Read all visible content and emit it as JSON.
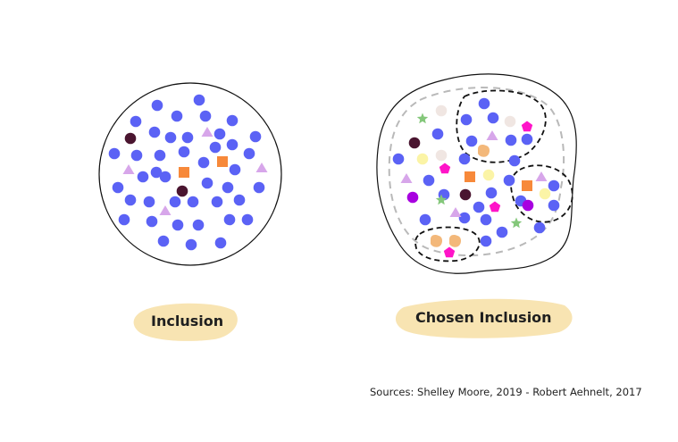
{
  "labels": {
    "left": "Inclusion",
    "right": "Chosen Inclusion"
  },
  "source": "Sources: Shelley Moore, 2019 - Robert Aehnelt, 2017",
  "colors": {
    "blue": "#5b62f5",
    "maroon": "#4a1530",
    "orange": "#f7893a",
    "lilac": "#d7a6ea",
    "magenta": "#ff14c8",
    "purple": "#a800e0",
    "cream": "#f0e6e2",
    "yellow": "#fbf4a6",
    "green": "#84c77a",
    "tan": "#f3b87a",
    "label_bg": "#f8e4b2",
    "outline": "#111111",
    "dashed_grey": "#b9b9b9"
  }
}
